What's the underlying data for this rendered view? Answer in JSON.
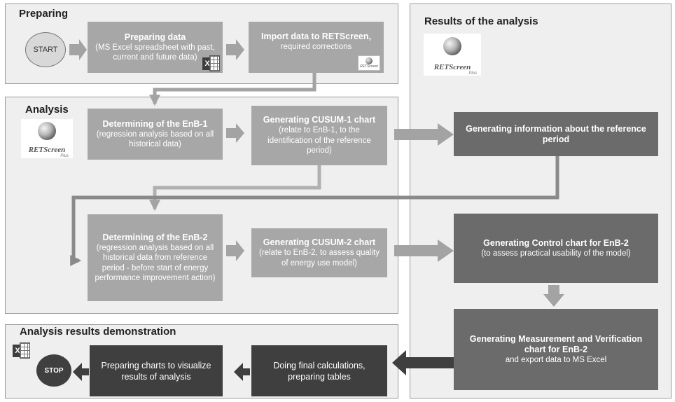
{
  "panels": {
    "preparing": "Preparing",
    "analysis": "Analysis",
    "results": "Results of the analysis",
    "demonstration": "Analysis results demonstration"
  },
  "start": "START",
  "stop": "STOP",
  "logo": {
    "text": "RETScreen",
    "plus": "Plus"
  },
  "excel_icon": "X",
  "boxes": {
    "preparing_data": {
      "title": "Preparing data",
      "sub": "(MS Excel spreadsheet with past, current and future data)"
    },
    "import_data": {
      "title": "Import data to RETScreen,",
      "sub": "required corrections"
    },
    "enb1": {
      "title": "Determining of the EnB-1",
      "sub": "(regression analysis based on all historical data)"
    },
    "cusum1": {
      "title": "Generating CUSUM-1 chart",
      "sub": "(relate to EnB-1, to the identification of the reference period)"
    },
    "ref_period": {
      "title": "Generating information about the reference period"
    },
    "enb2": {
      "title": "Determining of the EnB-2",
      "sub": "(regression analysis based on all historical data from reference period - before start of  energy performance improvement action)"
    },
    "cusum2": {
      "title": "Generating CUSUM-2 chart",
      "sub": "(relate to EnB-2, to assess quality of energy use model)"
    },
    "control": {
      "title": "Generating Control chart for EnB-2",
      "sub": "(to assess practical usability of the model)"
    },
    "mv": {
      "title": "Generating Measurement and Verification chart for EnB-2",
      "sub": "and export data to MS Excel"
    },
    "final": {
      "label": "Doing final calculations, preparing tables"
    },
    "charts": {
      "label": "Preparing charts to visualize results of analysis"
    }
  }
}
